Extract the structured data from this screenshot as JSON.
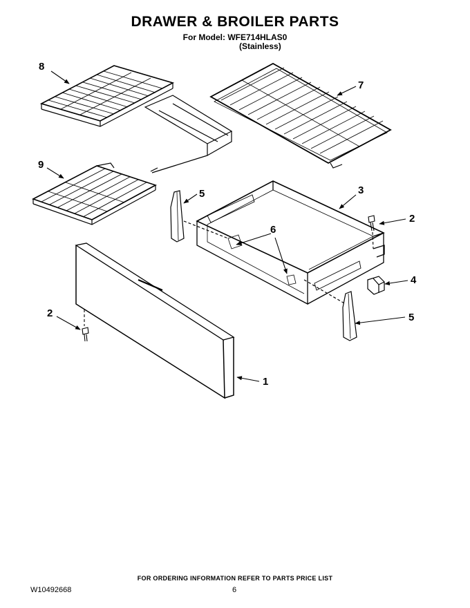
{
  "header": {
    "title": "DRAWER & BROILER PARTS",
    "model_line": "For Model: WFE714HLAS0",
    "finish_line": "(Stainless)"
  },
  "callouts": [
    "8",
    "7",
    "9",
    "5",
    "3",
    "2",
    "6",
    "4",
    "2",
    "5",
    "1"
  ],
  "footer": {
    "note": "FOR ORDERING INFORMATION REFER TO PARTS PRICE LIST",
    "doc_number": "W10492668",
    "page_number": "6"
  }
}
